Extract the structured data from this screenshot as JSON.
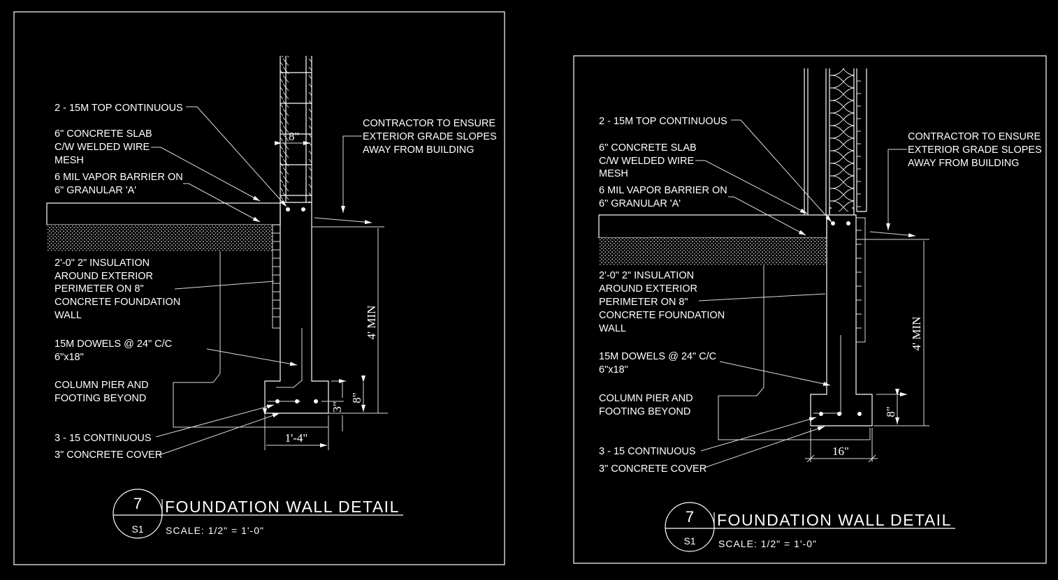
{
  "details": [
    {
      "labels": {
        "top_bars": "2 - 15M TOP CONTINUOUS",
        "slab_1": "6\" CONCRETE SLAB",
        "slab_2": "C/W WELDED WIRE",
        "slab_3": "MESH",
        "vapor_1": "6 MIL VAPOR BARRIER ON",
        "vapor_2": "6\" GRANULAR 'A'",
        "insul_1": "2'-0\" 2\" INSULATION",
        "insul_2": "AROUND EXTERIOR",
        "insul_3": "PERIMETER ON 8\"",
        "insul_4": "CONCRETE FOUNDATION",
        "insul_5": "WALL",
        "dowels_1": "15M DOWELS @ 24\" C/C",
        "dowels_2": "6\"x18\"",
        "pier_1": "COLUMN PIER AND",
        "pier_2": "FOOTING BEYOND",
        "cont_bars": "3 - 15 CONTINUOUS",
        "cover": "3\" CONCRETE COVER",
        "grade_1": "CONTRACTOR TO ENSURE",
        "grade_2": "EXTERIOR GRADE SLOPES",
        "grade_3": "AWAY FROM BUILDING"
      },
      "dims": {
        "wall": "8\"",
        "min_depth": "4' MIN",
        "footing_h": "8\"",
        "cover": "3\"",
        "footing_w": "1'-4\""
      },
      "title": {
        "number": "7",
        "sheet": "S1",
        "name": "FOUNDATION WALL DETAIL",
        "scale": "SCALE: 1/2\" = 1'-0\""
      }
    },
    {
      "labels": {
        "top_bars": "2 - 15M TOP CONTINUOUS",
        "slab_1": "6\" CONCRETE SLAB",
        "slab_2": "C/W WELDED WIRE",
        "slab_3": "MESH",
        "vapor_1": "6 MIL VAPOR BARRIER ON",
        "vapor_2": "6\" GRANULAR 'A'",
        "insul_1": "2'-0\" 2\" INSULATION",
        "insul_2": "AROUND EXTERIOR",
        "insul_3": "PERIMETER ON 8\"",
        "insul_4": "CONCRETE FOUNDATION",
        "insul_5": "WALL",
        "dowels_1": "15M DOWELS @ 24\" C/C",
        "dowels_2": "6\"x18\"",
        "pier_1": "COLUMN PIER AND",
        "pier_2": "FOOTING BEYOND",
        "cont_bars": "3 - 15 CONTINUOUS",
        "cover": "3\" CONCRETE COVER",
        "grade_1": "CONTRACTOR TO ENSURE",
        "grade_2": "EXTERIOR GRADE SLOPES",
        "grade_3": "AWAY FROM BUILDING"
      },
      "dims": {
        "min_depth": "4' MIN",
        "footing_h": "8\"",
        "footing_w": "16\""
      },
      "title": {
        "number": "7",
        "sheet": "S1",
        "name": "FOUNDATION WALL DETAIL",
        "scale": "SCALE: 1/2\" = 1'-0\""
      }
    }
  ],
  "colors": {
    "background": "#000000",
    "linework": "#ffffff"
  }
}
